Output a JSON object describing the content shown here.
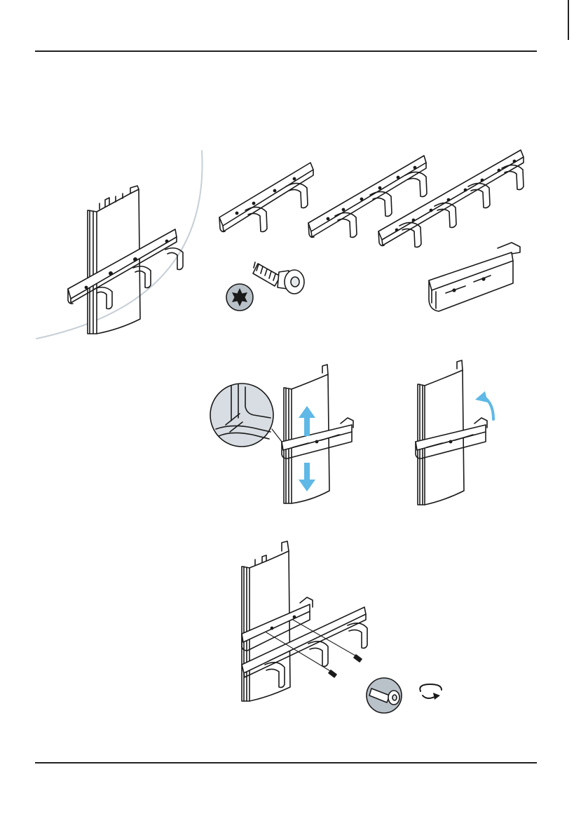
{
  "page": {
    "background": "#ffffff",
    "line_color": "#1a1a1a",
    "accent_color": "#5fb8e6",
    "badge_color": "#b9c1c9"
  },
  "illustrations": [
    {
      "id": "assembled-overview",
      "icon": "rail-with-hook-bar-icon"
    },
    {
      "id": "parts-hook-bar-2",
      "icon": "hook-bar-two-hooks-icon"
    },
    {
      "id": "parts-hook-bar-3",
      "icon": "hook-bar-three-hooks-icon"
    },
    {
      "id": "parts-hook-bar-4",
      "icon": "hook-bar-four-hooks-icon"
    },
    {
      "id": "parts-screw",
      "icon": "torx-screw-icon"
    },
    {
      "id": "parts-torx-badge",
      "icon": "torx-star-icon"
    },
    {
      "id": "parts-clip-bracket",
      "icon": "clip-bracket-icon"
    },
    {
      "id": "step-slide-bracket",
      "icon": "up-down-arrow-icon"
    },
    {
      "id": "step-tilt-bracket",
      "icon": "curved-arrow-icon"
    },
    {
      "id": "step-screw-assembly",
      "icon": "rotate-clockwise-icon"
    }
  ]
}
